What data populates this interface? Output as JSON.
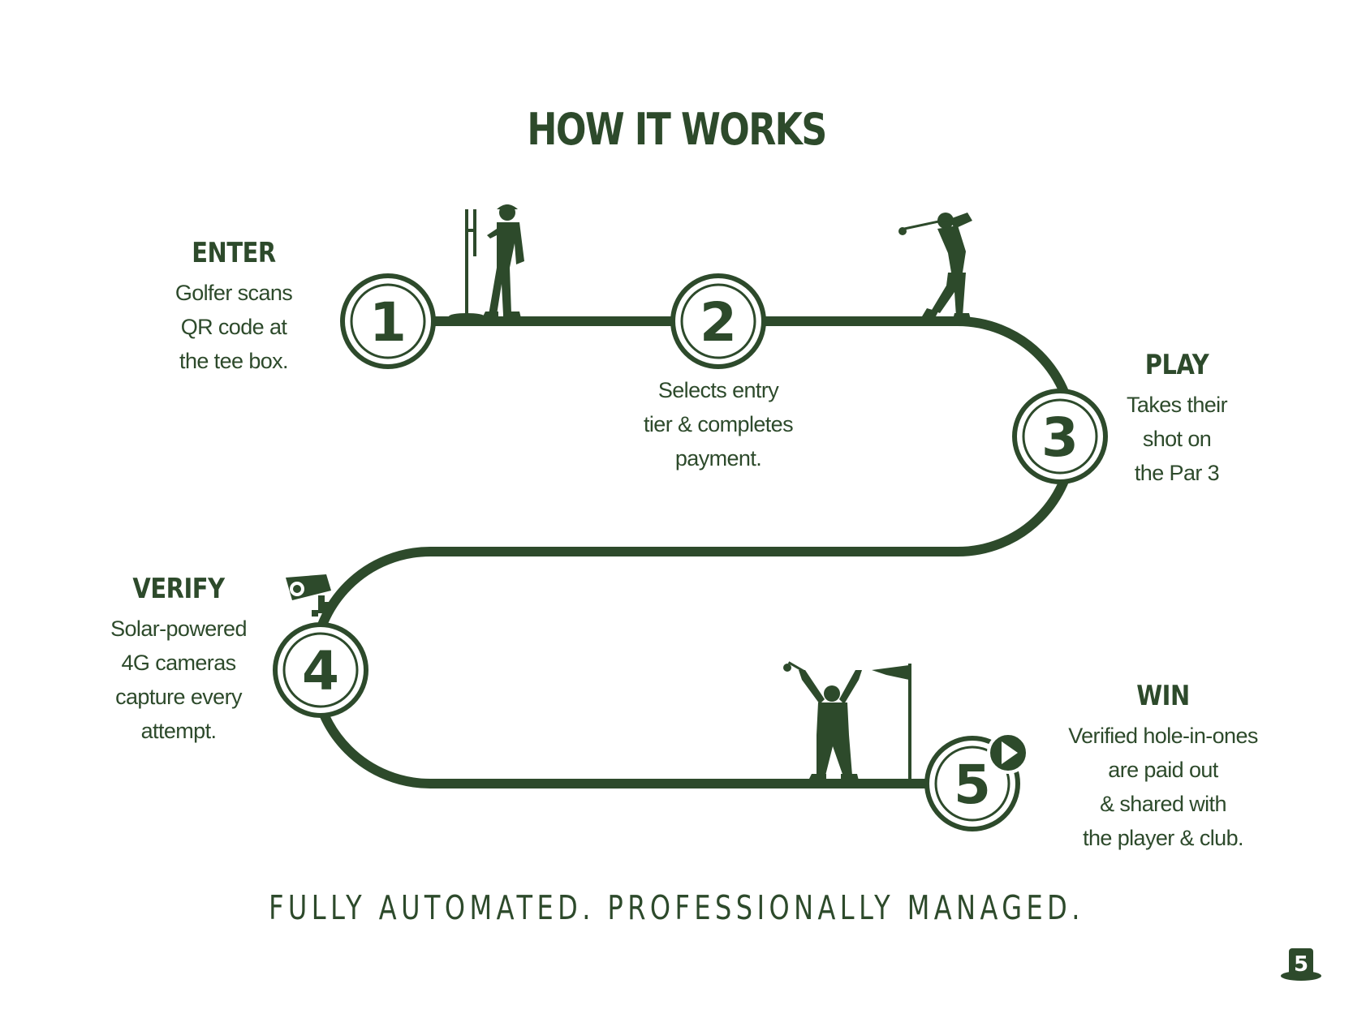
{
  "title": "HOW IT WORKS",
  "steps": [
    {
      "number": "1",
      "title": "ENTER",
      "desc": "Golfer scans\nQR code at\nthe tee box."
    },
    {
      "number": "2",
      "title": "",
      "desc": "Selects entry\ntier & completes\npayment."
    },
    {
      "number": "3",
      "title": "PLAY",
      "desc": "Takes their\nshot on\nthe Par 3"
    },
    {
      "number": "4",
      "title": "VERIFY",
      "desc": "Solar-powered\n4G cameras\ncapture  every\nattempt."
    },
    {
      "number": "5",
      "title": "WIN",
      "desc": "Verified hole-in-ones\nare paid out\n& shared with\nthe player & club."
    }
  ],
  "tagline": "FULLY AUTOMATED. PROFESSIONALLY MANAGED.",
  "logo": {
    "text": "5"
  },
  "icons": [
    "golfer-phone-icon",
    "flagstick-icon",
    "golfer-swing-icon",
    "security-camera-icon",
    "golfer-celebrate-icon",
    "flag-icon",
    "play-icon",
    "logo-icon"
  ],
  "colors": {
    "primary": "#2d4a2b",
    "background": "#ffffff"
  }
}
